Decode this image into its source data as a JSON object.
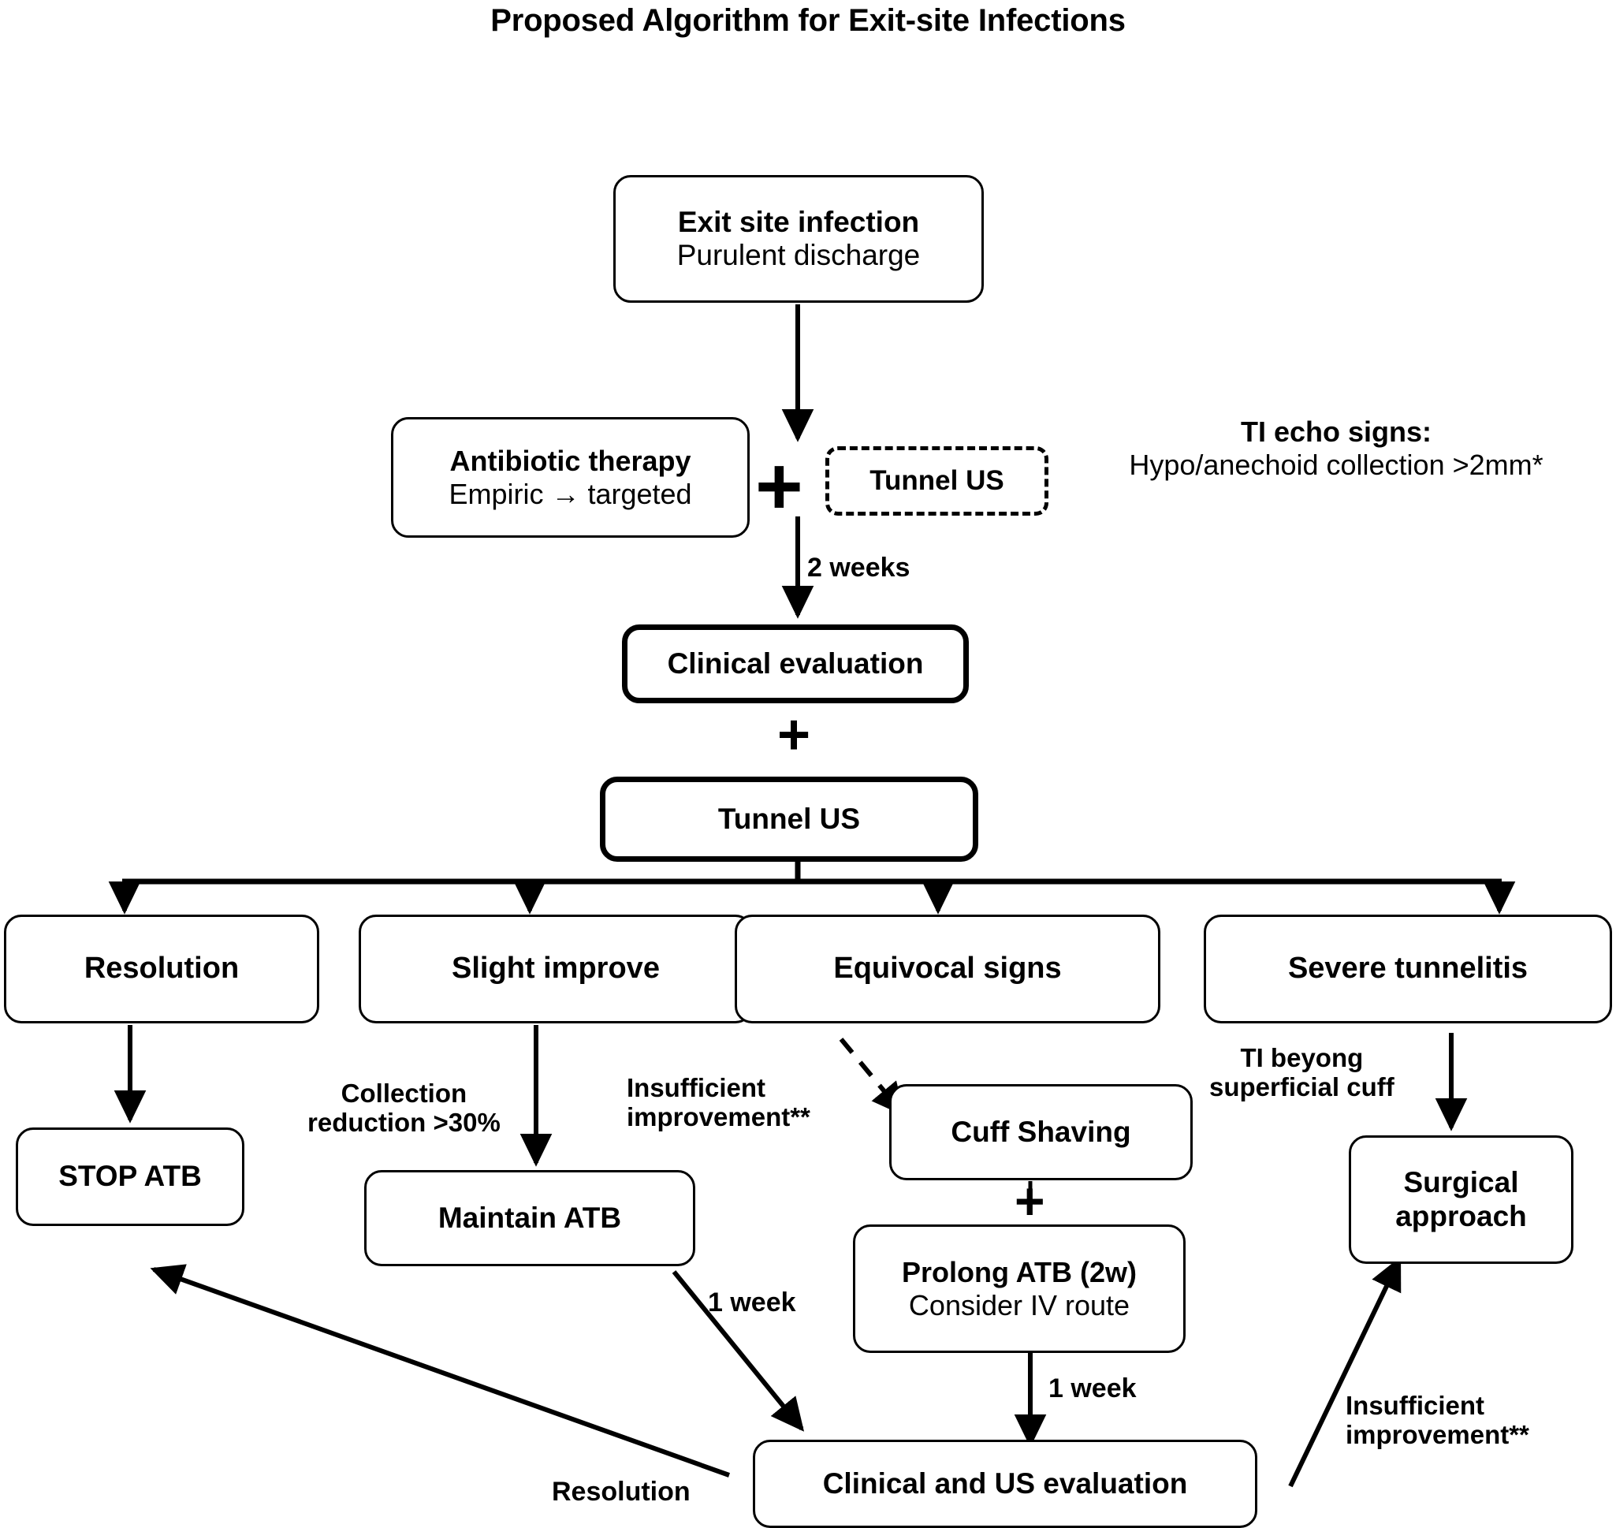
{
  "title": "Proposed Algorithm for Exit-site Infections",
  "nodes": {
    "exit_site": {
      "line1": "Exit site infection",
      "line2": "Purulent discharge"
    },
    "antibiotic": {
      "line1": "Antibiotic therapy",
      "line2": "Empiric → targeted"
    },
    "tunnel_us_dashed": {
      "line1": "Tunnel US"
    },
    "clinical_eval": {
      "line1": "Clinical evaluation"
    },
    "tunnel_us": {
      "line1": "Tunnel US"
    },
    "resolution": {
      "line1": "Resolution"
    },
    "slight_improve": {
      "line1": "Slight improve"
    },
    "equivocal": {
      "line1": "Equivocal signs"
    },
    "severe_tunnelitis": {
      "line1": "Severe tunnelitis"
    },
    "stop_atb": {
      "line1": "STOP ATB"
    },
    "maintain_atb": {
      "line1": "Maintain ATB"
    },
    "cuff_shaving": {
      "line1": "Cuff Shaving"
    },
    "prolong_atb": {
      "line1": "Prolong ATB (2w)",
      "line2": "Consider IV route"
    },
    "surgical": {
      "line1": "Surgical",
      "line2": "approach"
    },
    "clinical_us_eval": {
      "line1": "Clinical and US evaluation"
    }
  },
  "notes": {
    "ti_echo": {
      "line1": "TI echo signs:",
      "line2": "Hypo/anechoid collection >2mm*"
    }
  },
  "edge_labels": {
    "two_weeks": "2 weeks",
    "collection_reduction": "Collection\nreduction >30%",
    "insufficient_left": "Insufficient\nimprovement**",
    "insufficient_right": "Insufficient\nimprovement**",
    "ti_beyond": "TI beyong\nsuperficial cuff",
    "one_week_diag": "1 week",
    "one_week_vert": "1 week",
    "resolution_return": "Resolution"
  },
  "symbols": {
    "plus_big": "+",
    "plus_mid": "+",
    "plus_small": "+"
  },
  "colors": {
    "stroke": "#000000",
    "background": "#ffffff"
  },
  "chart_data": {
    "type": "table",
    "title": "Proposed Algorithm for Exit-site Infections"
  }
}
